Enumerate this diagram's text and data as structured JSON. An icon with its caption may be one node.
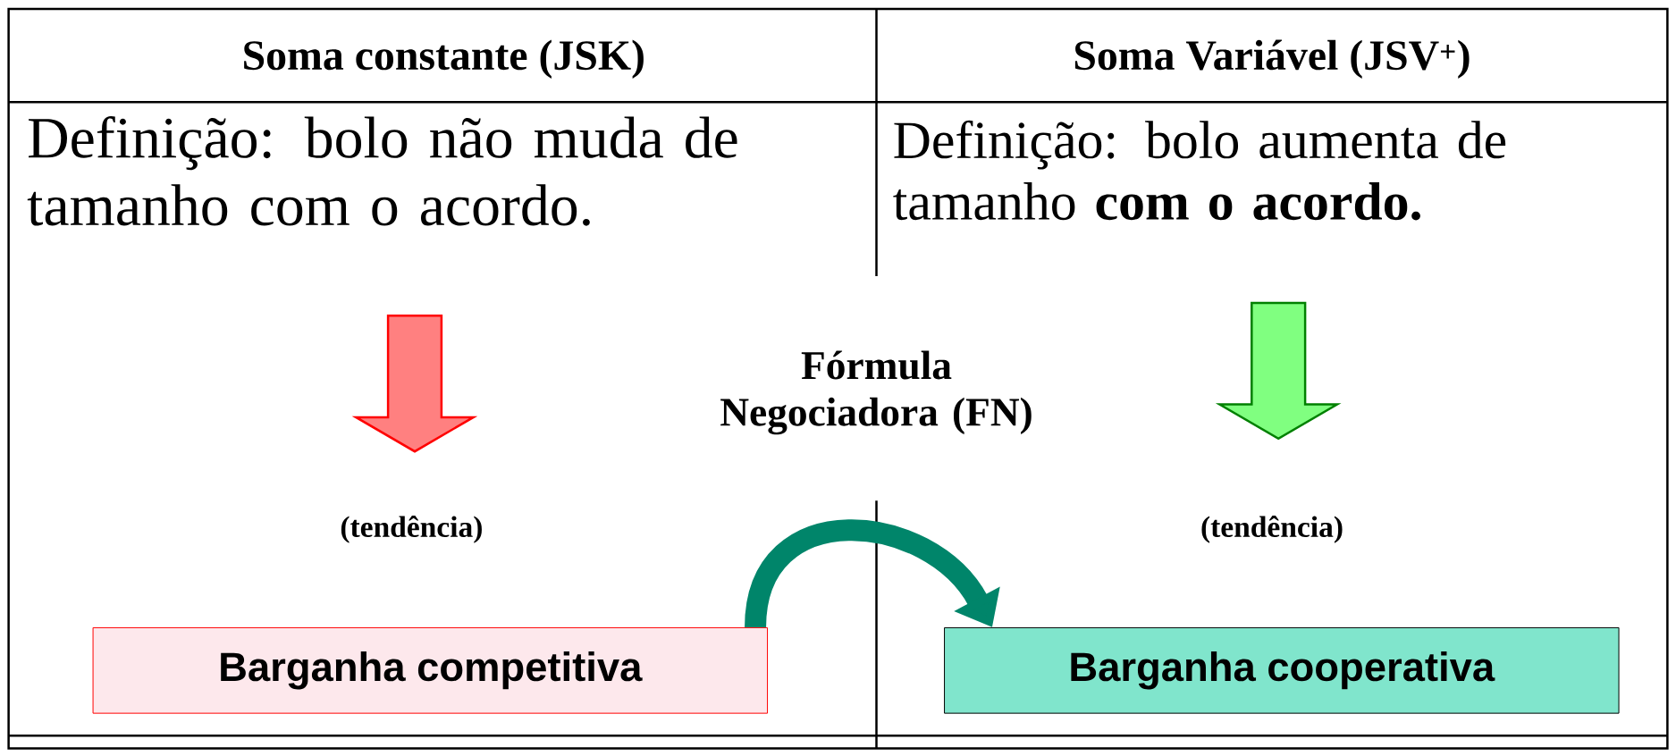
{
  "diagram": {
    "nodes": [
      {
        "text": [
          "Barganha competitiva"
        ]
      },
      {
        "text": [
          "Barganha cooperativa"
        ]
      }
    ],
    "edges": [
      {
        "from": 0,
        "to": 1,
        "arrow": "to"
      }
    ],
    "labels": [
      "Soma constante (JSK)",
      "Soma Variável (JSV$^{+}$)",
      "Definição: bolo não muda de tamanho com o acordo.",
      "Definição: bolo aumenta de tamanho **com o acordo.**",
      "Fórmula Negociadora (FN)",
      "(tendência)",
      "(tendência)"
    ]
  }
}
